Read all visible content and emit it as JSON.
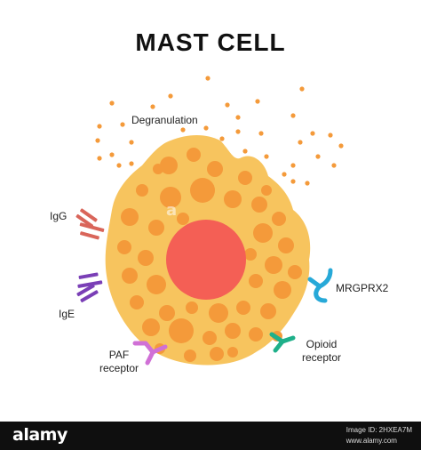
{
  "title": "MAST CELL",
  "labels": {
    "degranulation": "Degranulation",
    "igg": "IgG",
    "ige": "IgE",
    "paf_line1": "PAF",
    "paf_line2": "receptor",
    "mrgprx2": "MRGPRX2",
    "opioid_line1": "Opioid",
    "opioid_line2": "receptor"
  },
  "colors": {
    "cytoplasm": "#f7c45e",
    "granule": "#f49a3a",
    "nucleus": "#f45f55",
    "igg": "#d9655a",
    "ige": "#7a3fb6",
    "paf": "#d070d6",
    "mrgprx2": "#27a9d8",
    "opioid": "#1fb08a"
  },
  "watermark": {
    "logo": "alamy",
    "center": "a",
    "image_id_label": "Image ID: 2HXEA7M",
    "site": "www.alamy.com"
  }
}
